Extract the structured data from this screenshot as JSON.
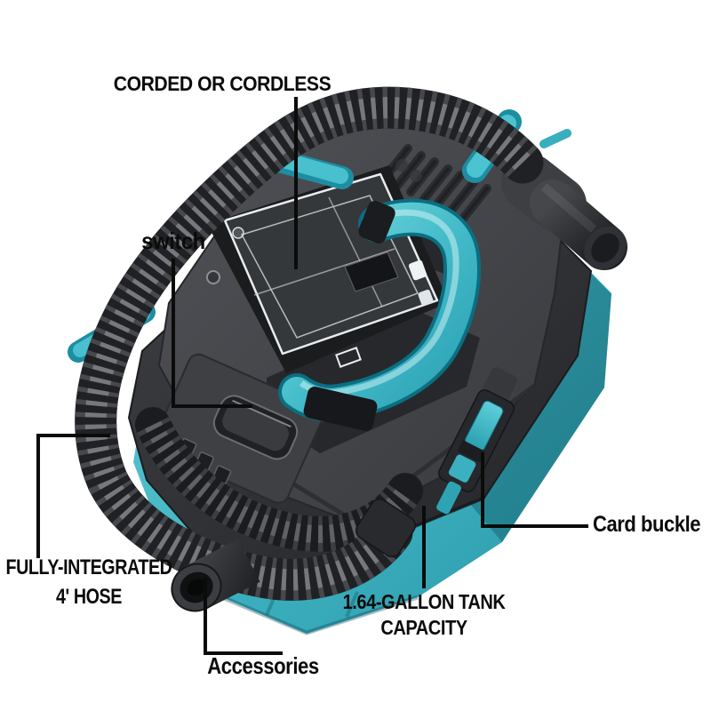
{
  "figure": {
    "background": "#ffffff",
    "colors": {
      "accent_teal": "#45bcc9",
      "teal_light": "#6fd4de",
      "teal_dark": "#1f8ea0",
      "body_gray": "#47484c",
      "hose_dark": "#232428",
      "label_black": "#0b0b0b"
    },
    "callouts": {
      "corded": {
        "label": "CORDED OR CORDLESS"
      },
      "switch": {
        "label": "switch"
      },
      "hose": {
        "line1": "FULLY-INTEGRATED",
        "line2": "4' HOSE"
      },
      "accessories": {
        "label": "Accessories"
      },
      "tank": {
        "line1": "1.64-GALLON TANK",
        "line2": "CAPACITY"
      },
      "card_buckle": {
        "label": "Card buckle"
      }
    }
  }
}
